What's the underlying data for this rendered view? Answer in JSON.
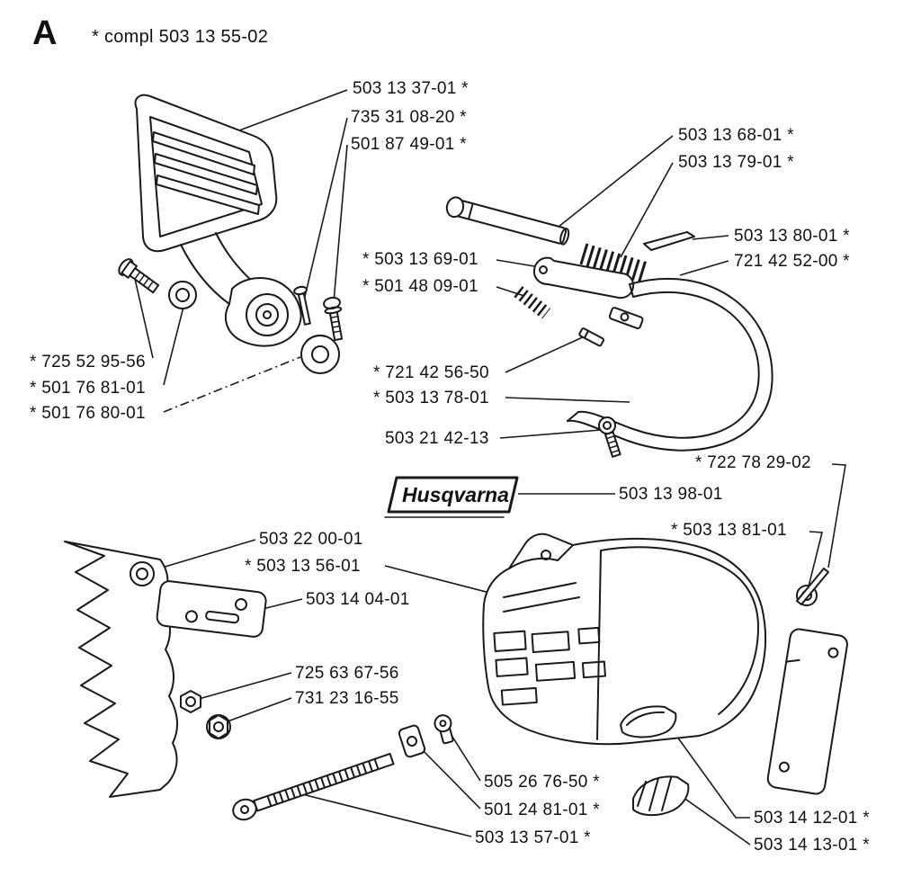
{
  "header": {
    "section_letter": "A",
    "assembly_note": "* compl 503 13 55-02"
  },
  "brand_plate": {
    "text": "Husqvarna"
  },
  "part_labels": [
    {
      "text": "503 13 37-01 *"
    },
    {
      "text": "735 31 08-20 *"
    },
    {
      "text": "501 87 49-01 *"
    },
    {
      "text": "503 13 68-01 *"
    },
    {
      "text": "503 13 79-01 *"
    },
    {
      "text": "503 13 80-01 *"
    },
    {
      "text": "721 42 52-00 *"
    },
    {
      "text": "* 503 13 69-01"
    },
    {
      "text": "* 501 48 09-01"
    },
    {
      "text": "* 725 52 95-56"
    },
    {
      "text": "* 501 76 81-01"
    },
    {
      "text": "* 501 76 80-01"
    },
    {
      "text": "* 721 42 56-50"
    },
    {
      "text": "* 503 13 78-01"
    },
    {
      "text": "503 21 42-13"
    },
    {
      "text": "* 722 78 29-02"
    },
    {
      "text": "503 13 98-01"
    },
    {
      "text": "503 22 00-01"
    },
    {
      "text": "* 503 13 56-01"
    },
    {
      "text": "* 503 13 81-01"
    },
    {
      "text": "503 14 04-01"
    },
    {
      "text": "725 63 67-56"
    },
    {
      "text": "731 23 16-55"
    },
    {
      "text": "505 26 76-50 *"
    },
    {
      "text": "501 24 81-01 *"
    },
    {
      "text": "503 13 57-01 *"
    },
    {
      "text": "503 14 12-01 *"
    },
    {
      "text": "503 14 13-01 *"
    }
  ]
}
